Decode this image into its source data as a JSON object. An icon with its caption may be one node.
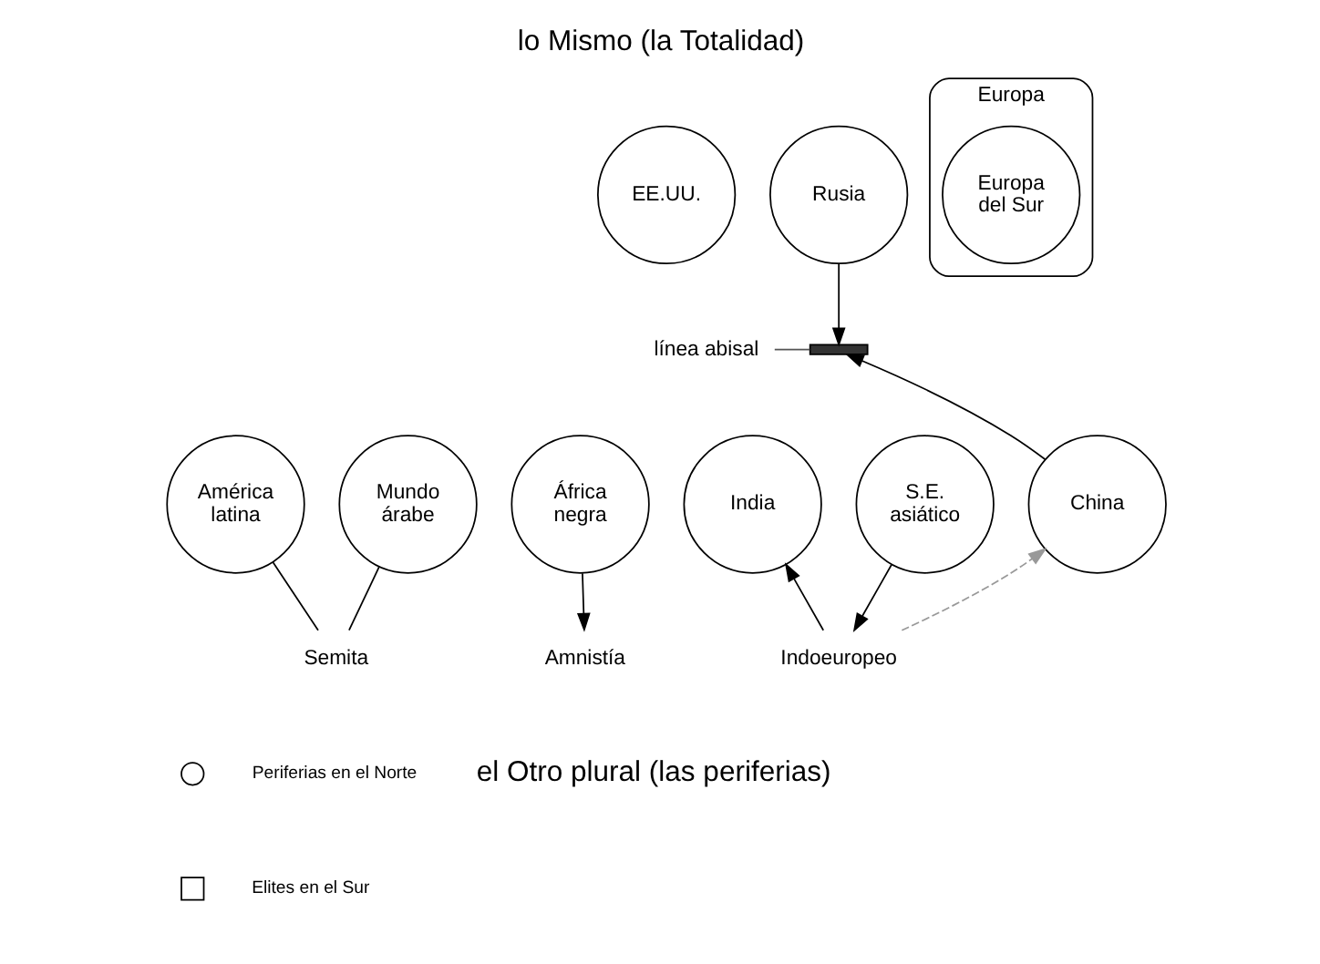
{
  "diagram": {
    "title": "lo Mismo (la Totalidad)",
    "caption": "el Otro plural (las periferias)",
    "nodes": [
      {
        "text": [
          "EE.UU."
        ]
      },
      {
        "text": [
          "Europa"
        ]
      },
      {
        "text": [
          "Europa del Sur"
        ],
        "in": 1
      },
      {
        "text": [
          "Rusia"
        ]
      },
      {
        "text": [],
        "shape": "bar"
      },
      {
        "text": [
          "América latina"
        ]
      },
      {
        "text": [
          "Mundo árabe"
        ]
      },
      {
        "text": [
          "África negra"
        ]
      },
      {
        "text": [
          "India"
        ]
      },
      {
        "text": [
          "S.E. asiático"
        ]
      },
      {
        "text": [
          "China"
        ]
      },
      {
        "text": [
          "Semita"
        ]
      },
      {
        "text": [
          "Amnistía"
        ]
      },
      {
        "text": [
          "Indoeuropeo"
        ]
      }
    ],
    "edges": [
      {
        "from": 5,
        "to": 11,
        "arrow": "none"
      },
      {
        "from": 6,
        "to": 11,
        "arrow": "none"
      },
      {
        "from": 7,
        "to": 12,
        "arrow": "to"
      },
      {
        "from": 3,
        "to": 4,
        "arrow": "to"
      },
      {
        "from": 10,
        "to": 4,
        "arrow": "to"
      },
      {
        "from": 13,
        "to": 8,
        "arrow": "to"
      },
      {
        "from": 9,
        "to": 13,
        "arrow": "to"
      },
      {
        "from": 13,
        "to": 10,
        "arrow": "to",
        "style": "dashed",
        "color": "#999999"
      }
    ],
    "labels": [
      "línea abisal"
    ],
    "legend": [
      {
        "text": "Periferias en el Norte"
      },
      {
        "text": "Elites en el Sur"
      }
    ]
  }
}
